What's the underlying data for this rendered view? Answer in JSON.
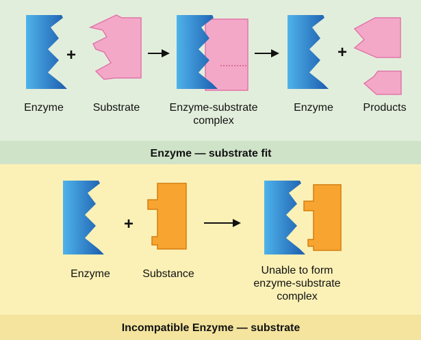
{
  "colors": {
    "top_panel": "#e2eedc",
    "top_caption_band": "#cfe3c8",
    "bottom_panel": "#fbf1b6",
    "bottom_caption_band": "#f4e49d",
    "enzyme_light": "#4fb3ea",
    "enzyme_dark": "#1c5cae",
    "substrate": "#f4a8c8",
    "substrate_edge": "#e075a8",
    "substance": "#f7a530",
    "substance_edge": "#d57d10",
    "arrow": "#111111"
  },
  "top": {
    "labels": {
      "enzyme": "Enzyme",
      "substrate": "Substrate",
      "complex_line1": "Enzyme-substrate",
      "complex_line2": "complex",
      "enzyme_after": "Enzyme",
      "products": "Products"
    },
    "plus": "+",
    "caption": "Enzyme — substrate fit"
  },
  "bottom": {
    "labels": {
      "enzyme": "Enzyme",
      "substance": "Substance",
      "result_line1": "Unable to form",
      "result_line2": "enzyme-substrate",
      "result_line3": "complex"
    },
    "plus": "+",
    "caption": "Incompatible Enzyme — substrate"
  }
}
